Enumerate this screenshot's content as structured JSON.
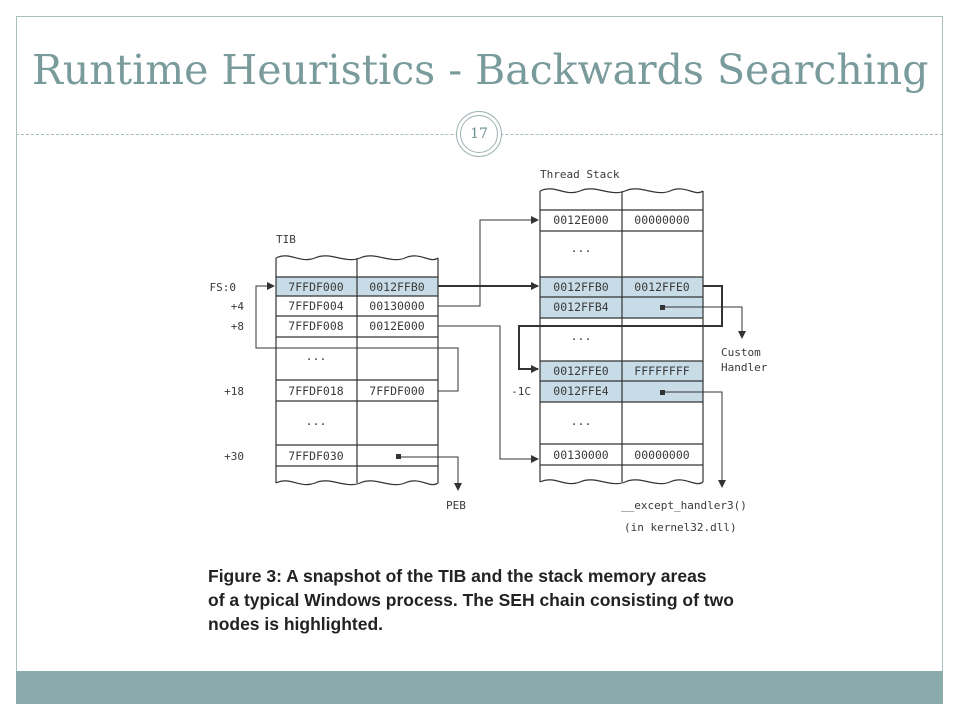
{
  "slide": {
    "title": "Runtime Heuristics - Backwards Searching",
    "page_number": "17"
  },
  "diagram": {
    "tib": {
      "label": "TIB",
      "offsets": [
        "FS:0",
        "+4",
        "+8",
        "+18",
        "+30"
      ],
      "rows": [
        {
          "addr": "7FFDF000",
          "value": "0012FFB0"
        },
        {
          "addr": "7FFDF004",
          "value": "00130000"
        },
        {
          "addr": "7FFDF008",
          "value": "0012E000"
        },
        {
          "addr": "...",
          "value": ""
        },
        {
          "addr": "7FFDF018",
          "value": "7FFDF000"
        },
        {
          "addr": "...",
          "value": ""
        },
        {
          "addr": "7FFDF030",
          "value": ""
        }
      ]
    },
    "stack": {
      "label": "Thread Stack",
      "offset": "-1C",
      "rows": [
        {
          "addr": "0012E000",
          "value": "00000000"
        },
        {
          "addr": "...",
          "value": ""
        },
        {
          "addr": "0012FFB0",
          "value": "0012FFE0"
        },
        {
          "addr": "0012FFB4",
          "value": ""
        },
        {
          "addr": "...",
          "value": ""
        },
        {
          "addr": "0012FFE0",
          "value": "FFFFFFFF"
        },
        {
          "addr": "0012FFE4",
          "value": ""
        },
        {
          "addr": "...",
          "value": ""
        },
        {
          "addr": "00130000",
          "value": "00000000"
        }
      ]
    },
    "labels": {
      "peb": "PEB",
      "custom_handler_1": "Custom",
      "custom_handler_2": "Handler",
      "except_handler": "__except_handler3()",
      "kernel32": "(in kernel32.dll)"
    },
    "colors": {
      "highlight": "#c8dce8",
      "border": "#333333"
    }
  },
  "caption": {
    "line1": "Figure 3:  A snapshot of the TIB and the stack memory areas",
    "line2": "of a typical Windows process. The SEH chain consisting of two",
    "line3": "nodes is highlighted."
  }
}
